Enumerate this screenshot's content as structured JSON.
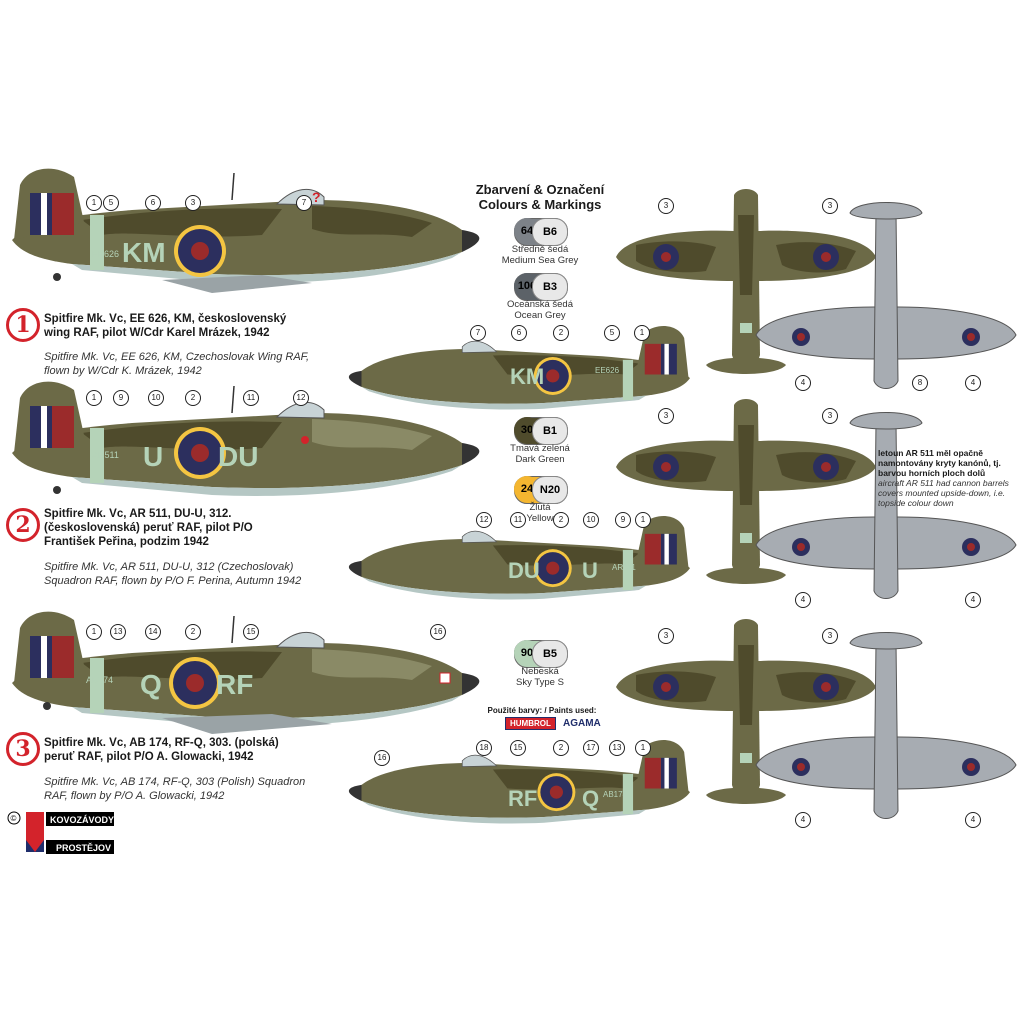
{
  "header": {
    "line1": "Zbarvení & Označení",
    "line2": "Colours & Markings"
  },
  "swatches": [
    {
      "code": "64",
      "alt": "B6",
      "color": "#7d8288",
      "cz": "Středně šedá",
      "en": "Medium Sea Grey"
    },
    {
      "code": "106",
      "alt": "B3",
      "color": "#5c6268",
      "cz": "Oceánská šedá",
      "en": "Ocean Grey"
    },
    {
      "code": "30",
      "alt": "B1",
      "color": "#4f4b2c",
      "cz": "Tmavá zelená",
      "en": "Dark Green"
    },
    {
      "code": "24",
      "alt": "N20",
      "color": "#f4b630",
      "cz": "Žlutá",
      "en": "Yellow"
    },
    {
      "code": "90",
      "alt": "B5",
      "color": "#b5d3b8",
      "cz": "Nebeská",
      "en": "Sky Type S"
    }
  ],
  "schemes": [
    {
      "number": "1",
      "cz": "Spitfire Mk. Vc, EE 626, KM, československý wing RAF, pilot W/Cdr Karel Mrázek, 1942",
      "en": "Spitfire Mk. Vc, EE 626, KM, Czechoslovak Wing RAF, flown by W/Cdr K. Mrázek, 1942",
      "side_left": "KM",
      "serial_left": "EE626",
      "side_right": "KM",
      "serial_right": "EE626",
      "callouts_top": [
        "1",
        "5",
        "6",
        "3",
        "7",
        "?"
      ],
      "callouts_bottom": [
        "7",
        "6",
        "2",
        "5",
        "1"
      ]
    },
    {
      "number": "2",
      "cz": "Spitfire Mk. Vc, AR 511, DU-U, 312. (československá) peruť RAF, pilot P/O František Peřina, podzim 1942",
      "en": "Spitfire Mk. Vc, AR 511, DU-U, 312 (Czechoslovak) Squadron RAF, flown by P/O F. Perina, Autumn 1942",
      "side_left_a": "U",
      "side_left_b": "DU",
      "serial_left": "AR511",
      "side_right_a": "DU",
      "side_right_b": "U",
      "serial_right": "AR511",
      "callouts_top": [
        "1",
        "9",
        "10",
        "2",
        "11",
        "12"
      ],
      "callouts_bottom": [
        "12",
        "11",
        "2",
        "10",
        "9",
        "1"
      ]
    },
    {
      "number": "3",
      "cz": "Spitfire Mk. Vc, AB 174, RF-Q, 303. (polská) peruť RAF, pilot P/O A. Glowacki, 1942",
      "en": "Spitfire Mk. Vc, AB 174, RF-Q, 303 (Polish) Squadron RAF, flown by P/O A. Glowacki, 1942",
      "side_left_a": "Q",
      "side_left_b": "RF",
      "serial_left": "AB174",
      "side_right_a": "RF",
      "side_right_b": "Q",
      "serial_right": "AB174",
      "callouts_top": [
        "1",
        "13",
        "14",
        "2",
        "15",
        "16"
      ],
      "callouts_bottom": [
        "16",
        "18",
        "15",
        "2",
        "17",
        "13",
        "1"
      ]
    }
  ],
  "planform_callouts": {
    "top": "3",
    "bottom": "4",
    "tail": "8"
  },
  "note": {
    "cz": "letoun AR 511 měl opačně namontovány kryty kanónů, tj. barvou horních ploch dolů",
    "en": "aircraft AR 511 had cannon barrels covers mounted upside-down, i.e. topside colour down"
  },
  "paints": {
    "label": "Použité barvy: / Paints used:",
    "brand1": "HUMBROL",
    "brand2": "AGAMA"
  },
  "logo": {
    "line1": "KOVOZÁVODY",
    "line2": "PROSTĚJOV",
    "copyright": "©"
  },
  "colors": {
    "accent_red": "#d3232b",
    "dark_green": "#4f4b2c",
    "ocean_grey": "#7a7d77",
    "sky": "#b5d3b8",
    "roundel_blue": "#2c2f5e",
    "roundel_red": "#9b2b2b",
    "yellow": "#f4c542",
    "under_grey": "#a7acb2"
  }
}
